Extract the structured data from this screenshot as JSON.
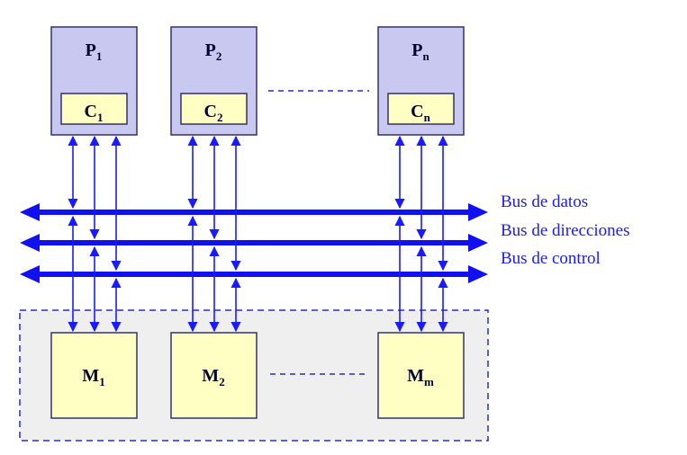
{
  "colors": {
    "processor_fill": "#c8c8f0",
    "cache_fill": "#ffffc4",
    "memory_fill": "#ffffc4",
    "memory_region_fill": "#efefef",
    "bus": "#1010f0",
    "wire": "#1a1aff",
    "dashed": "#2a2ad0"
  },
  "processors": [
    {
      "name": "P",
      "sub": "1",
      "cache": "C",
      "cache_sub": "1"
    },
    {
      "name": "P",
      "sub": "2",
      "cache": "C",
      "cache_sub": "2"
    },
    {
      "name": "P",
      "sub": "n",
      "cache": "C",
      "cache_sub": "n"
    }
  ],
  "memories": [
    {
      "name": "M",
      "sub": "1"
    },
    {
      "name": "M",
      "sub": "2"
    },
    {
      "name": "M",
      "sub": "m"
    }
  ],
  "buses": [
    {
      "label": "Bus de datos"
    },
    {
      "label": "Bus de direcciones"
    },
    {
      "label": "Bus de control"
    }
  ]
}
